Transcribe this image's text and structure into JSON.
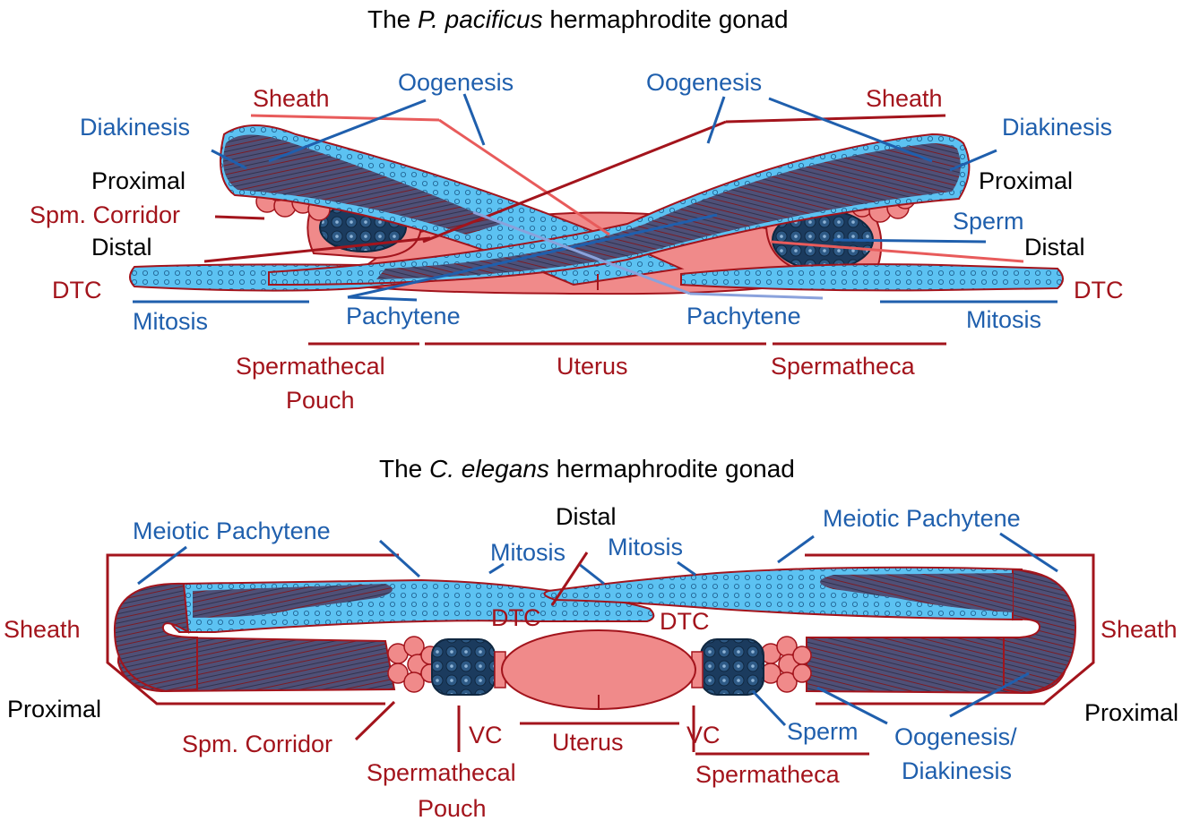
{
  "colors": {
    "red_label": "#a3141c",
    "blue_label": "#1f5fad",
    "germline_light_blue": "#5cc2f2",
    "oocyte_dark": "#4f5077",
    "somatic_pink": "#f08a8a",
    "sperm_dark": "#1b3b5e"
  },
  "top": {
    "title_prefix": "The ",
    "title_species": "P. pacificus",
    "title_suffix": " hermaphrodite gonad",
    "labels": {
      "sheath_left": "Sheath",
      "sheath_right": "Sheath",
      "oogenesis_left": "Oogenesis",
      "oogenesis_right": "Oogenesis",
      "diakinesis_left": "Diakinesis",
      "diakinesis_right": "Diakinesis",
      "proximal_left": "Proximal",
      "proximal_right": "Proximal",
      "spm_corridor": "Spm. Corridor",
      "sperm": "Sperm",
      "distal_left": "Distal",
      "distal_right": "Distal",
      "dtc_left": "DTC",
      "dtc_right": "DTC",
      "mitosis_left": "Mitosis",
      "mitosis_right": "Mitosis",
      "pachytene_left": "Pachytene",
      "pachytene_right": "Pachytene",
      "spermathecal_line1": "Spermathecal",
      "spermathecal_line2": "Pouch",
      "uterus": "Uterus",
      "spermatheca": "Spermatheca"
    }
  },
  "bottom": {
    "title_prefix": "The ",
    "title_species": "C. elegans",
    "title_suffix": " hermaphrodite gonad",
    "labels": {
      "distal": "Distal",
      "meiotic_pachytene_left": "Meiotic Pachytene",
      "meiotic_pachytene_right": "Meiotic Pachytene",
      "mitosis_left": "Mitosis",
      "mitosis_right": "Mitosis",
      "dtc_left": "DTC",
      "dtc_right": "DTC",
      "sheath_left": "Sheath",
      "sheath_right": "Sheath",
      "proximal_left": "Proximal",
      "proximal_right": "Proximal",
      "spm_corridor": "Spm. Corridor",
      "spermathecal_line1": "Spermathecal",
      "spermathecal_line2": "Pouch",
      "vc_left": "VC",
      "vc_right": "VC",
      "uterus": "Uterus",
      "sperm": "Sperm",
      "spermatheca": "Spermatheca",
      "oogenesis_line1": "Oogenesis/",
      "oogenesis_line2": "Diakinesis"
    }
  }
}
